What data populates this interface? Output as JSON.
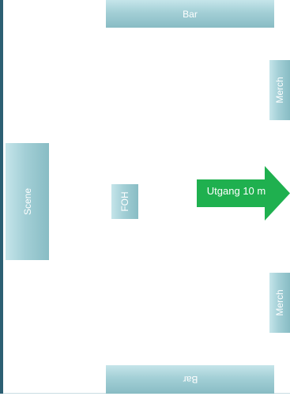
{
  "colors": {
    "block_fill": "#a3cfd6",
    "exit_arrow": "#1fb04f",
    "frame": "#2c5f73",
    "label": "#ffffff"
  },
  "blocks": {
    "bar_top": "Bar",
    "bar_bottom": "Bar",
    "merch_top": "Merch",
    "merch_bottom": "Merch",
    "scene": "Scene",
    "foh": "FOH"
  },
  "exit": {
    "label": "Utgang 10 m",
    "icon": "right-arrow-icon"
  }
}
